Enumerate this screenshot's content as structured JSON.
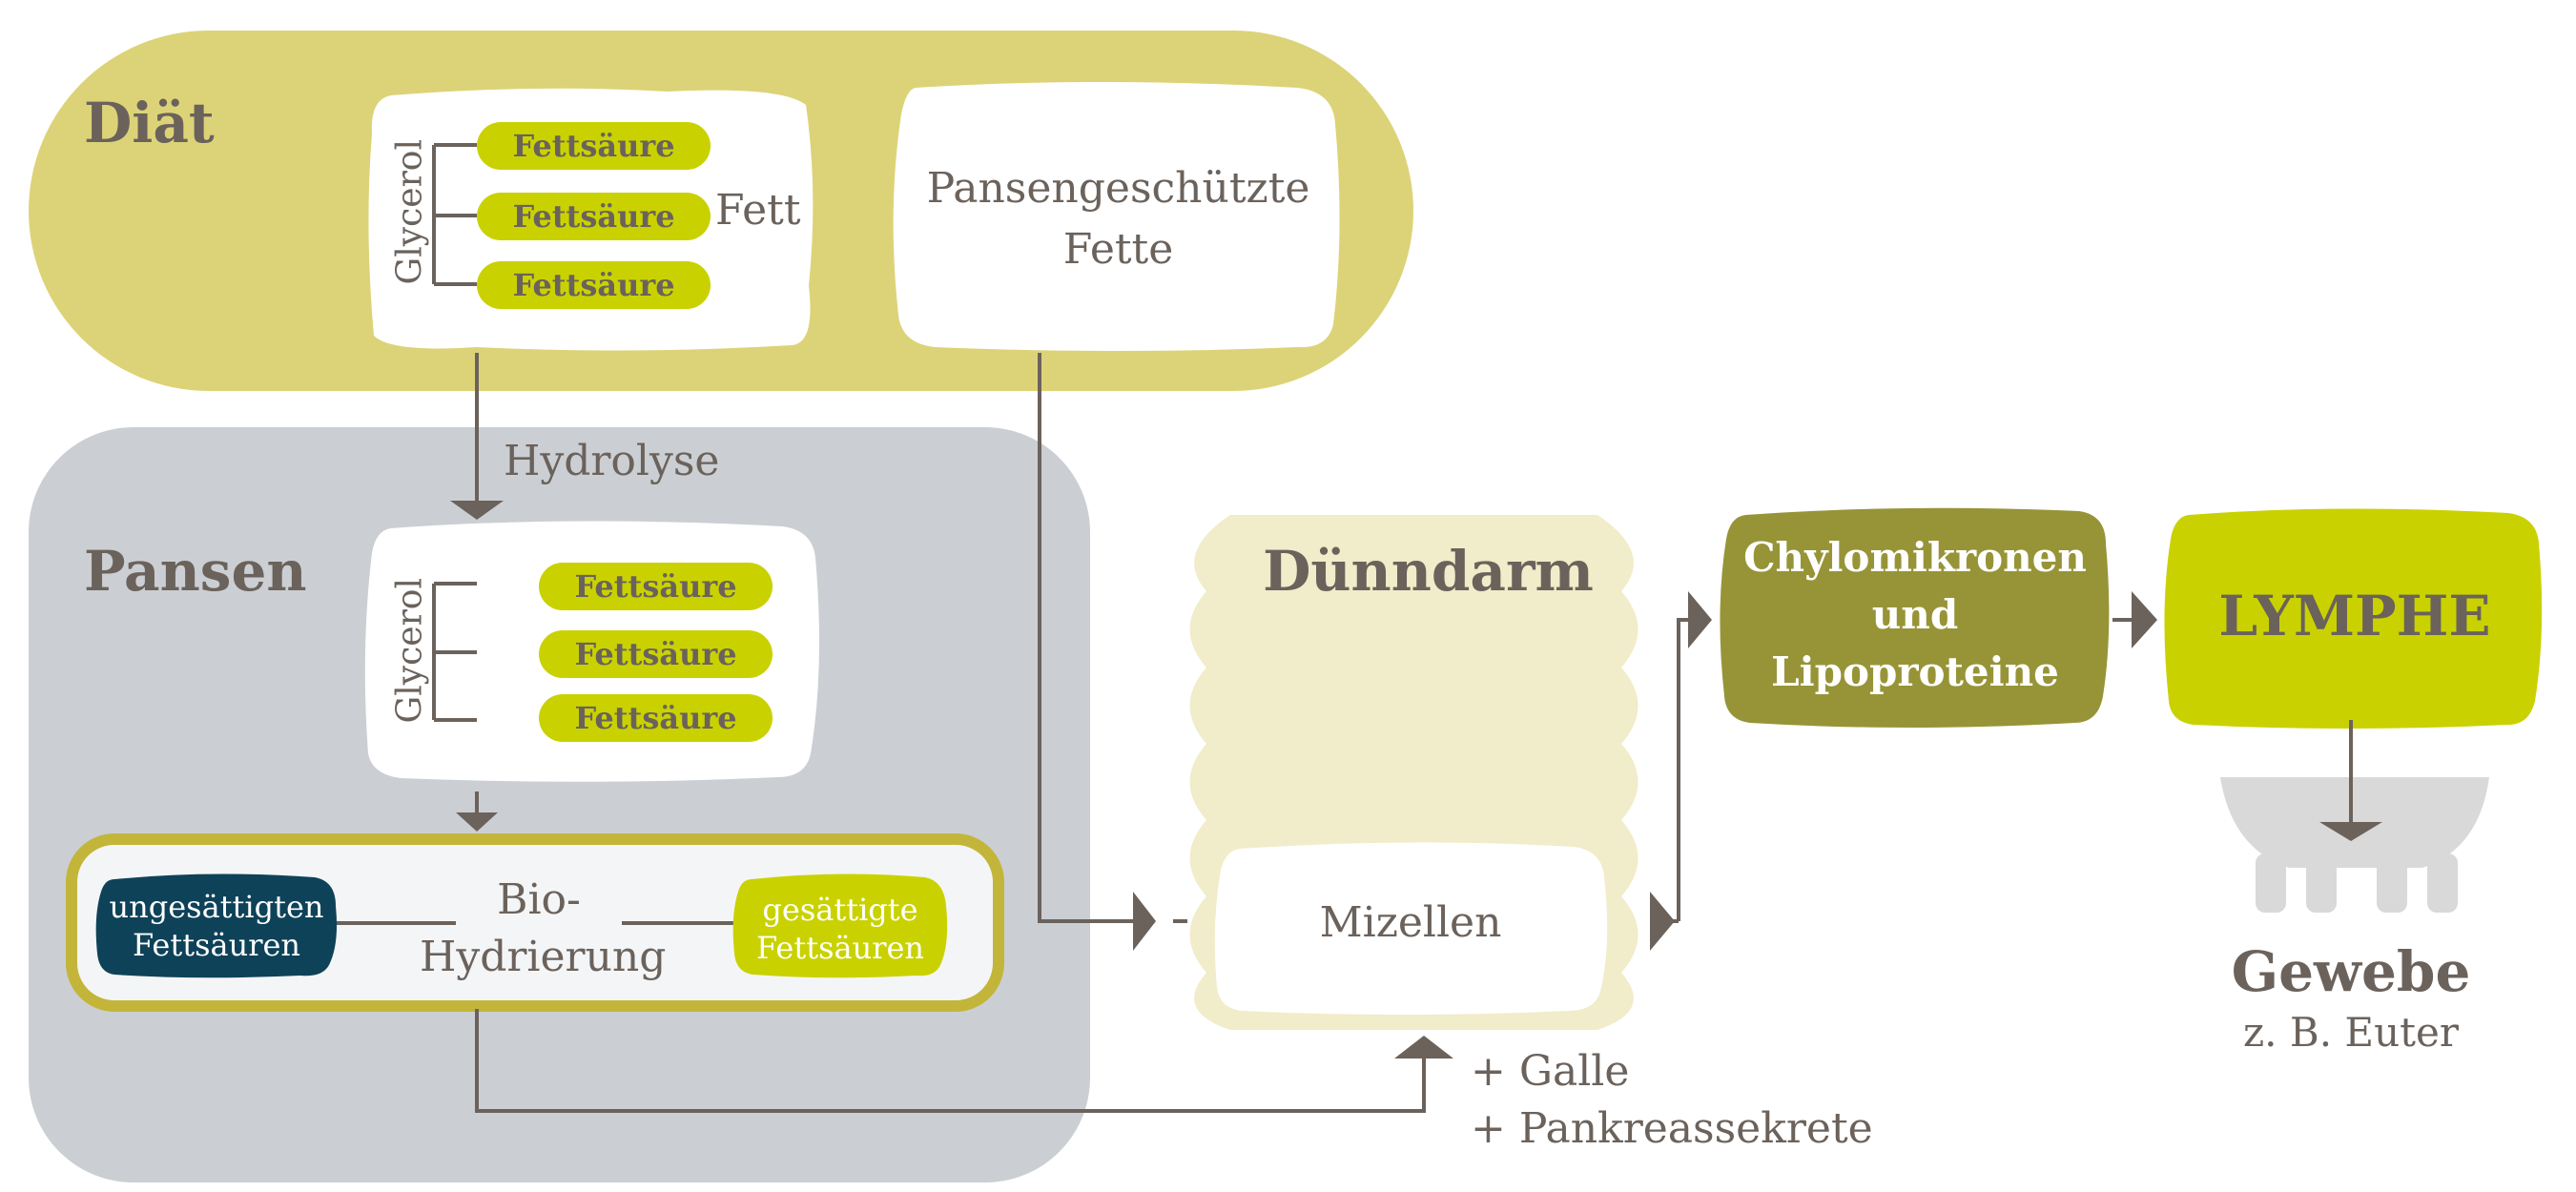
{
  "diaet": {
    "title": "Diät",
    "glycerol": "Glycerol",
    "fatty_acids": [
      "Fettsäure",
      "Fettsäure",
      "Fettsäure"
    ],
    "fett": "Fett",
    "protected_line1": "Pansengeschützte",
    "protected_line2": "Fette"
  },
  "hydrolyse": "Hydrolyse",
  "pansen": {
    "title": "Pansen",
    "glycerol": "Glycerol",
    "fatty_acids": [
      "Fettsäure",
      "Fettsäure",
      "Fettsäure"
    ],
    "unsat_line1": "ungesättigten",
    "unsat_line2": "Fettsäuren",
    "bio_line1": "Bio-",
    "bio_line2": "Hydrierung",
    "sat_line1": "gesättigte",
    "sat_line2": "Fettsäuren"
  },
  "duenndarm": {
    "title": "Dünndarm",
    "mizellen": "Mizellen"
  },
  "galle": {
    "line1": "+ Galle",
    "line2": "+ Pankreassekrete"
  },
  "chylo": {
    "line1": "Chylomikronen",
    "line2": "und",
    "line3": "Lipoproteine"
  },
  "lymphe": "LYMPHE",
  "gewebe": {
    "title": "Gewebe",
    "subtitle": "z. B. Euter"
  },
  "colors": {
    "diaet_bg": "#dcd378",
    "pansen_bg": "#cbcfd3",
    "duenndarm_bg": "#f1ecc9",
    "fatty_acid": "#c9d200",
    "chylo": "#979438",
    "lymphe": "#c9d200",
    "unsat": "#0e4259",
    "udder": "#d9d9d9",
    "line": "#6b625c"
  }
}
